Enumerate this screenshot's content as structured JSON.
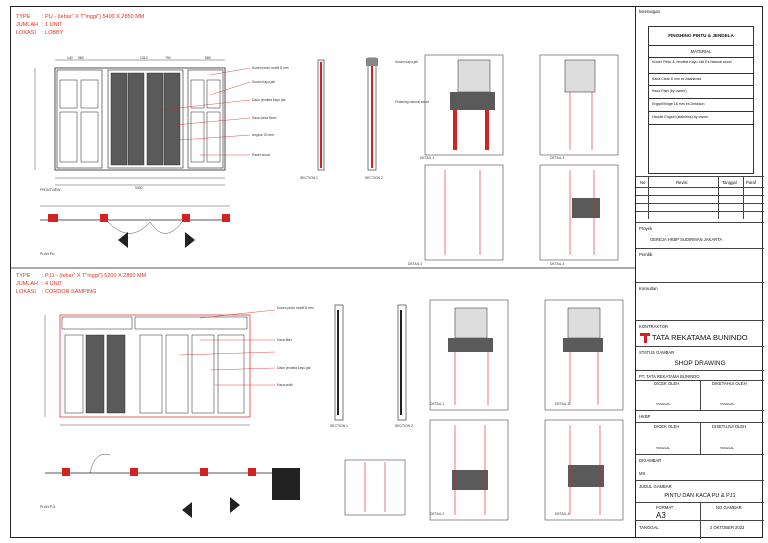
{
  "section_a": {
    "type_label": "TYPE",
    "type_value": ": PU - (lebar\" X T\"inggi\") 5400 X 2850 MM",
    "qty_label": "JUMLAH",
    "qty_value": ": 1 UNIT",
    "loc_label": "LOKASI",
    "loc_value": ": LOBBY",
    "dims_top": [
      "140",
      "580",
      "1310",
      "790",
      "580"
    ],
    "dim_total": "5400",
    "elevation_label": "FRONTVIEW",
    "plan_label": "PLAN PU",
    "section1": "SECTION 1",
    "section2": "SECTION 2",
    "detail1": "DETAIL 1",
    "detail2": "DETAIL 2",
    "detail3": "DETAIL 3",
    "detail4": "DETAIL 4"
  },
  "section_b": {
    "type_label": "TYPE",
    "type_value": ": PJ1 - (lebar\" X T\"inggi\") 5200 X 2850 MM",
    "qty_label": "JUMLAH",
    "qty_value": ": 4 UNIT",
    "loc_label": "LOKASI",
    "loc_value": ": CORDOR SAMPING",
    "plan_label": "PLAN PJ1",
    "section1": "SECTION 1",
    "section2": "SECTION 2",
    "detail1": "DETAIL 1",
    "detail2": "DETAIL 2",
    "detail3": "DETAIL 3",
    "detail4": "DETAIL 4"
  },
  "callouts": {
    "c1": "Kusen pintu modif 8 mm",
    "c2": "Kusen kayu jati",
    "c3": "Daun jendela kayu jati",
    "c4": "Kaca clear 8mm",
    "c5": "Kaca fillet",
    "c6": "Panel wood",
    "c7": "Angkur 30 mm",
    "c8": "Kaca putih",
    "c9": "Finishing natural wood"
  },
  "title_block": {
    "keterangan": "keterangan",
    "finishing_title": "FINISHING PINTU & JENDELA",
    "material_head": "MATERIAL",
    "materials": [
      "Kusen Pintu & Jendela Kayu Jati Ex.Natural wood",
      "Kaca Clear 8 mm ex Asahimas",
      "Kaca Patri (by owner)",
      "Engsel/hinge 18 mm ex.Dekkson",
      "Handle Engsel (stainless) by owner"
    ],
    "rev_no": "No",
    "rev_desc": "Revisi",
    "rev_date": "Tanggal",
    "rev_paraf": "Paraf",
    "proyek_label": "Proyek",
    "proyek_value": "GEREJA HKBP SUDIRMAN JAKARTA",
    "pemilik_label": "Pemilik",
    "konsultan_label": "Konsultan",
    "kontraktor_label": "KONTRAKTOR",
    "company": "TATA REKATAMA BUNINDO",
    "status_label": "STATUS GAMBAR",
    "status_value": "SHOP DRAWING",
    "pt_label": "PT. TATA REKATAMA BUNINDO",
    "dicek": "DICEK OLEH",
    "diketahui": "DIKETAHUI OLEH",
    "tanggal_small": "TANGGAL",
    "hkbp_label": "HKBP",
    "dicek2": "DICEK OLEH",
    "disetujui": "DISETUJUI OLEH",
    "digambar": "DIGAMBAR",
    "ms": "MS",
    "judul_label": "JUDUL GAMBAR",
    "judul_value": "PINTU DAN KACA PU & PJ1",
    "format_label": "FORMAT",
    "nogambar_label": "NO GAMBAR",
    "format_value": "A3",
    "tanggal_label": "TANGGAL",
    "tanggal_value": "2 OKTOBER 2023"
  },
  "colors": {
    "accent": "#d32222",
    "line": "#222222",
    "dark_panel": "#5a5a5a"
  }
}
